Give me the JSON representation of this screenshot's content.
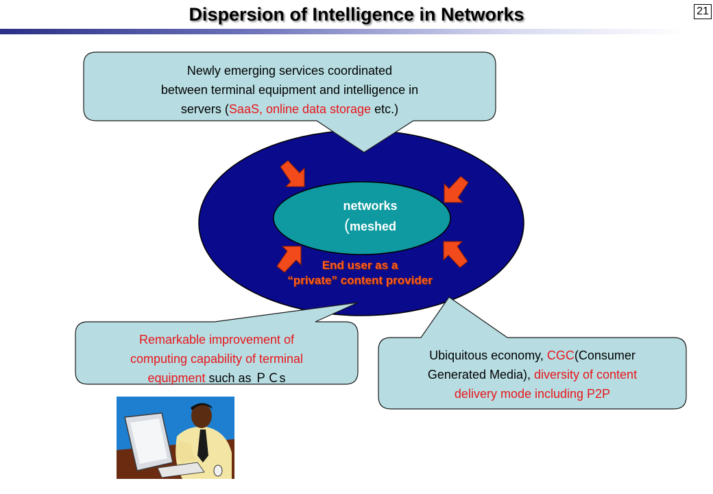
{
  "page": {
    "title": "Dispersion of Intelligence in Networks",
    "number": "21"
  },
  "top_callout": {
    "line1": "Newly emerging services coordinated",
    "line2": "between terminal equipment and intelligence in",
    "line3_pre": "servers (",
    "line3_red": "SaaS, online data storage",
    "line3_post": " etc.)"
  },
  "network": {
    "label_line1": "networks",
    "label_paren": "(",
    "label_line2": "meshed"
  },
  "end_user": {
    "line1": "End user as a",
    "line2": "“private” content provider"
  },
  "left_callout": {
    "line1_red": "Remarkable improvement of",
    "line2_red": "computing capability of terminal",
    "line3_red": "equipment",
    "line3_black": " such as ＰＣs"
  },
  "right_callout": {
    "line1_pre": "Ubiquitous economy, ",
    "line1_red": "CGC",
    "line1_post": "(Consumer",
    "line2_pre": "Generated Media), ",
    "line2_red": "diversity of content",
    "line3_red": "delivery mode including P2P"
  },
  "colors": {
    "outer_ellipse": "#0a0a8c",
    "inner_ellipse": "#0e9aa0",
    "callout_fill": "#b7dde2",
    "arrow": "#f24a1a",
    "highlight_red": "#e8161b"
  }
}
